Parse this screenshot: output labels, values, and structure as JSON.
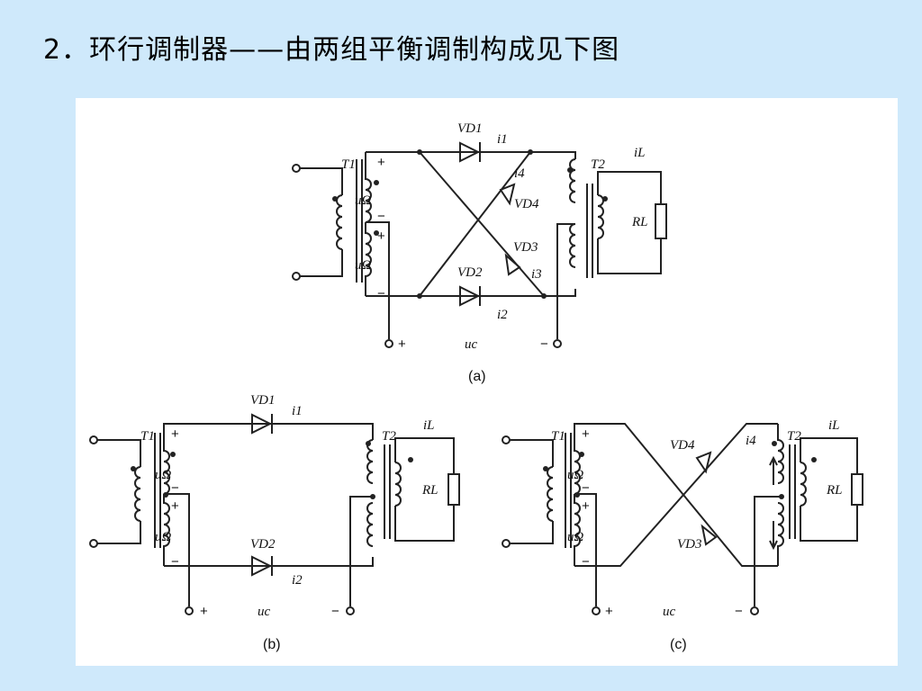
{
  "title": "2．环行调制器——由两组平衡调制构成见下图",
  "figure": {
    "captions": {
      "a": "(a)",
      "b": "(b)",
      "c": "(c)"
    },
    "labels": {
      "T1": "T1",
      "T2": "T2",
      "RL": "RL",
      "iL": "iL",
      "uomega": "uΩ",
      "uc": "uc",
      "plus": "+",
      "minus": "−",
      "VD1": "VD1",
      "VD2": "VD2",
      "VD3": "VD3",
      "VD4": "VD4",
      "i1": "i1",
      "i2": "i2",
      "i3": "i3",
      "i4": "i4"
    }
  }
}
